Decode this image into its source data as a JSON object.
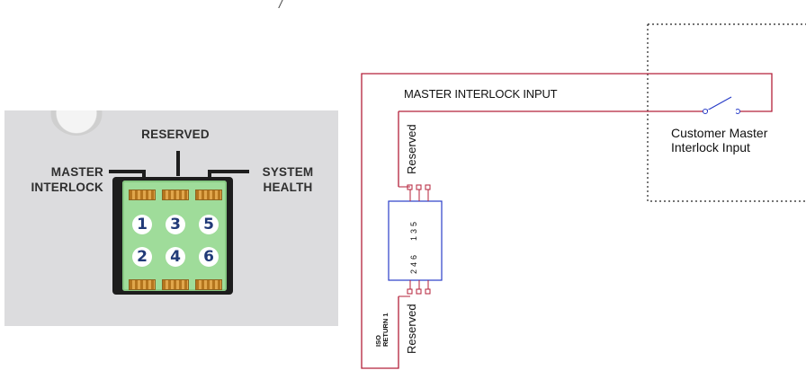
{
  "photo": {
    "labels": {
      "reserved": "RESERVED",
      "master_line1": "MASTER",
      "master_line2": "INTERLOCK",
      "health_line1": "SYSTEM",
      "health_line2": "HEALTH"
    },
    "pins_top": [
      "1",
      "3",
      "5"
    ],
    "pins_bottom": [
      "2",
      "4",
      "6"
    ],
    "colors": {
      "connector": "#9fdc9a",
      "pin_text": "#213a78",
      "panel": "#dcdcde"
    }
  },
  "schematic": {
    "signal_label": "MASTER INTERLOCK INPUT",
    "customer_line1": "Customer Master",
    "customer_line2": "Interlock Input",
    "reserved_top": "Reserved",
    "reserved_bottom": "Reserved",
    "iso_return_line1": "ISO",
    "iso_return_line2": "RETURN 1",
    "pins_top_row": "135",
    "pins_bottom_row": "246",
    "top_fragment": "/",
    "colors": {
      "wire": "#b4203a",
      "connector_box": "#2a3ec8",
      "dotted_box": "#222222"
    }
  }
}
